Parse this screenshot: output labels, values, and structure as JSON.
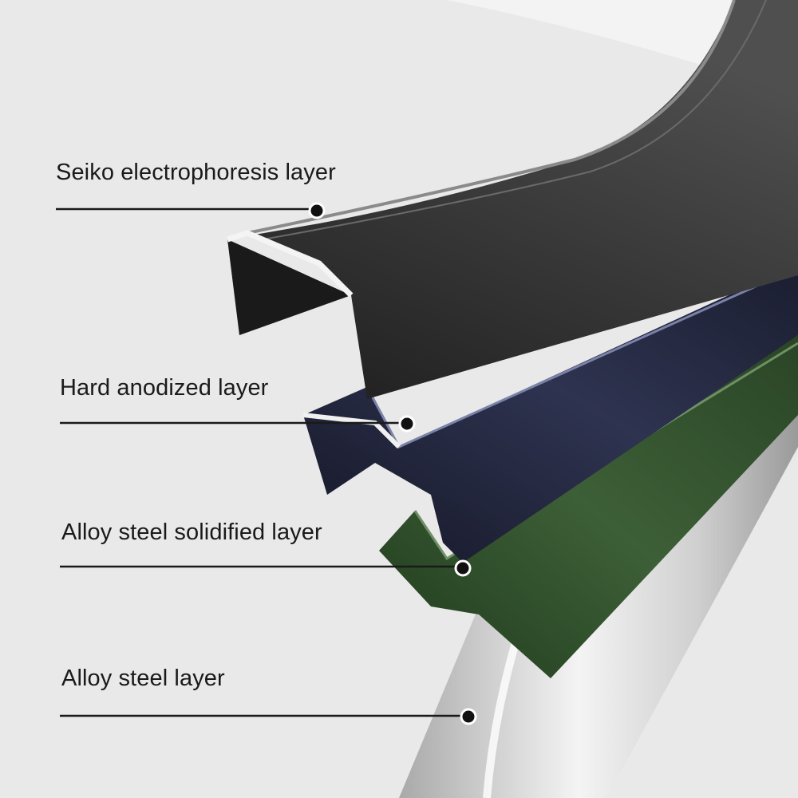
{
  "layers": [
    {
      "label": "Seiko electrophoresis layer",
      "color": "#2b2b2b"
    },
    {
      "label": "Hard anodized layer",
      "color": "#1f2236"
    },
    {
      "label": "Alloy steel solidified layer",
      "color": "#2f4a2a"
    },
    {
      "label": "Alloy steel layer",
      "color": "#c9c9c9"
    }
  ],
  "colors": {
    "background": "#e9e9e9",
    "leader_line": "#1a1a1a",
    "marker_fill": "#111111",
    "marker_ring": "#ffffff"
  }
}
